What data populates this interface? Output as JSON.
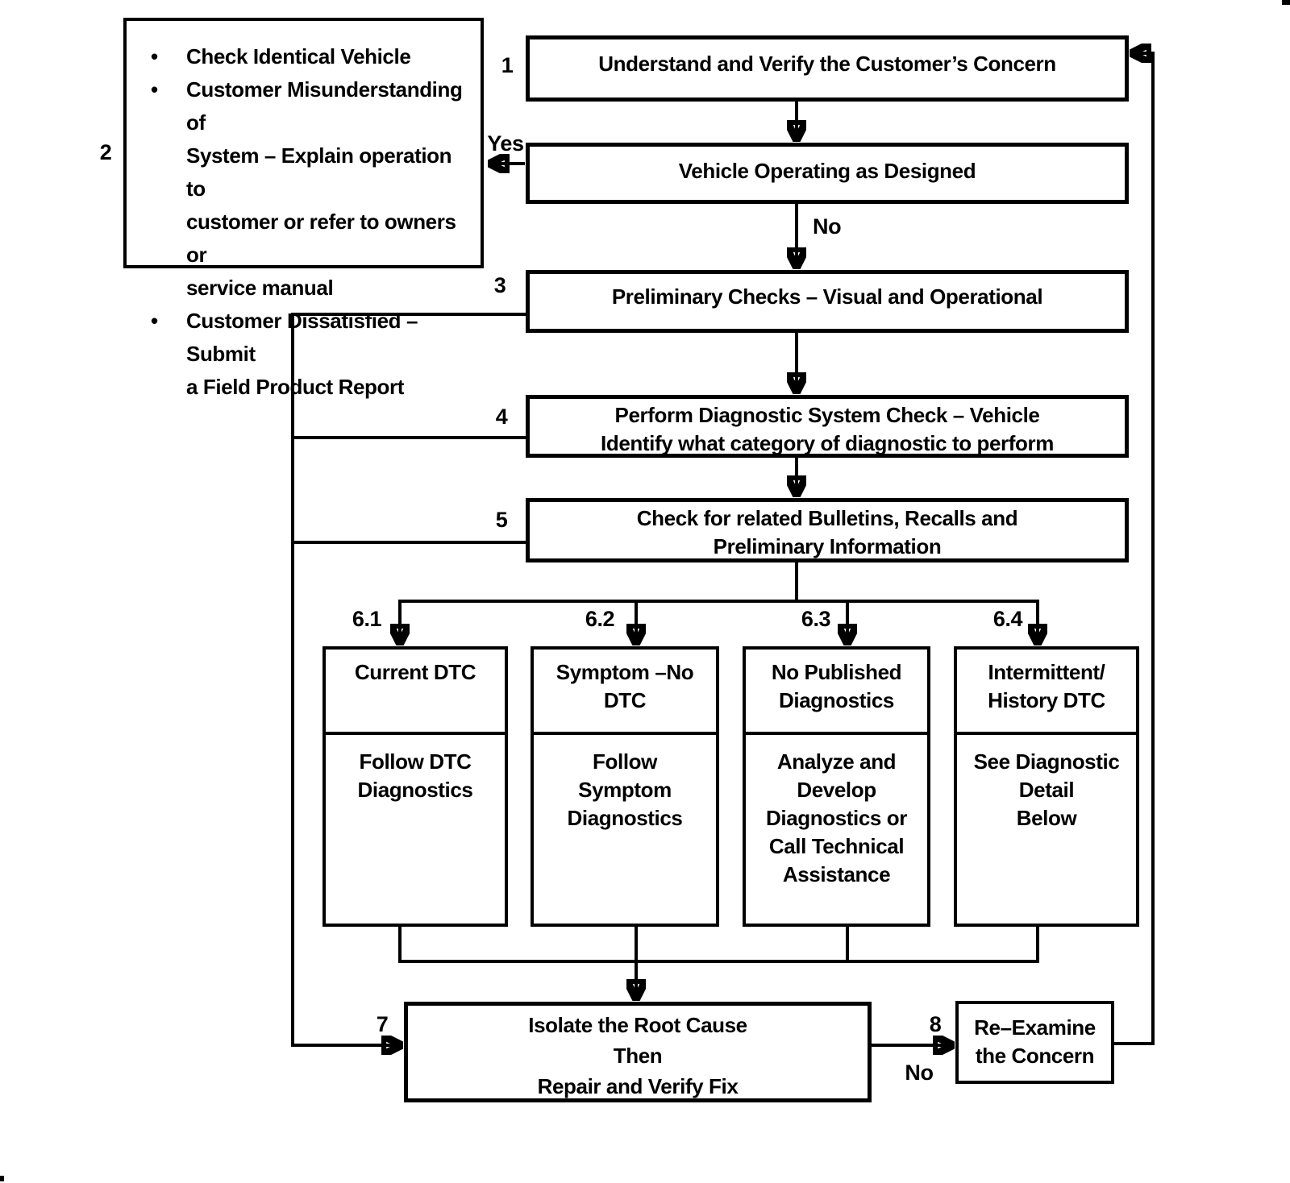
{
  "flowchart": {
    "nodes": {
      "box1": {
        "number": "1",
        "text": "Understand and Verify the Customer’s Concern"
      },
      "box2": {
        "number": "2",
        "bullets": [
          [
            "Check Identical Vehicle"
          ],
          [
            "Customer Misunderstanding of",
            "System – Explain operation to",
            "customer or refer to owners or",
            "service manual"
          ],
          [
            "Customer Dissatisfied – Submit",
            "a Field Product Report"
          ]
        ],
        "bullet_glyph": "•"
      },
      "vehicle_operating": {
        "text": "Vehicle Operating as Designed"
      },
      "box3": {
        "number": "3",
        "text": "Preliminary Checks – Visual and Operational"
      },
      "box4": {
        "number": "4",
        "lines": [
          "Perform Diagnostic System Check – Vehicle",
          "Identify what category of diagnostic to perform"
        ]
      },
      "box5": {
        "number": "5",
        "lines": [
          "Check for related Bulletins, Recalls and",
          "Preliminary Information"
        ]
      },
      "branch61": {
        "number": "6.1",
        "header": [
          "Current DTC"
        ],
        "body": [
          "Follow DTC",
          "Diagnostics"
        ]
      },
      "branch62": {
        "number": "6.2",
        "header": [
          "Symptom –No",
          "DTC"
        ],
        "body": [
          "Follow",
          "Symptom",
          "Diagnostics"
        ]
      },
      "branch63": {
        "number": "6.3",
        "header": [
          "No Published",
          "Diagnostics"
        ],
        "body": [
          "Analyze and",
          "Develop",
          "Diagnostics or",
          "Call Technical",
          "Assistance"
        ]
      },
      "branch64": {
        "number": "6.4",
        "header": [
          "Intermittent/",
          "History DTC"
        ],
        "body": [
          "See Diagnostic",
          "Detail",
          "Below"
        ]
      },
      "box7": {
        "number": "7",
        "lines": [
          "Isolate the Root Cause",
          "Then",
          "Repair and Verify Fix"
        ]
      },
      "box8": {
        "number": "8",
        "lines": [
          "Re–Examine",
          "the Concern"
        ]
      }
    },
    "edge_labels": {
      "yes": "Yes",
      "no_operating": "No",
      "no_fixed": "No"
    },
    "colors": {
      "ink": "#000000",
      "background": "#ffffff"
    }
  }
}
